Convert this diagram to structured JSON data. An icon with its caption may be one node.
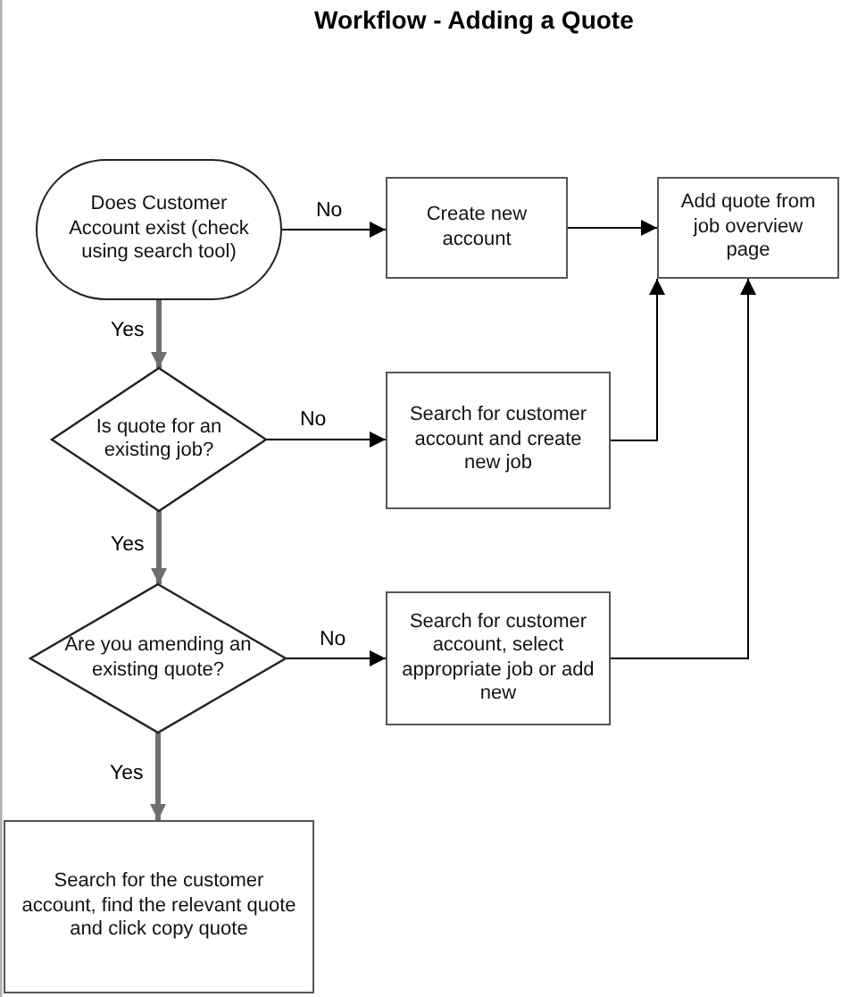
{
  "diagram": {
    "title": "Workflow - Adding a Quote",
    "nodes": [
      {
        "text": [
          "Does Customer Account exist (check using search tool)"
        ]
      },
      {
        "text": [
          "Create new account"
        ]
      },
      {
        "text": [
          "Add quote from job overview page"
        ]
      },
      {
        "text": [
          "Is quote for an existing job?"
        ]
      },
      {
        "text": [
          "Search for customer account and create new job"
        ]
      },
      {
        "text": [
          "Are you amending an existing quote?"
        ]
      },
      {
        "text": [
          "Search for customer account, select appropriate job or add new"
        ]
      },
      {
        "text": [
          "Search for the customer account, find the relevant quote and click copy quote"
        ]
      }
    ],
    "edges": [
      {
        "from": 0,
        "to": 1,
        "arrow": "to",
        "label": "No"
      },
      {
        "from": 1,
        "to": 2,
        "arrow": "to"
      },
      {
        "from": 0,
        "to": 3,
        "arrow": "to",
        "label": "Yes",
        "style": "thick",
        "color": "#6e6e6e"
      },
      {
        "from": 3,
        "to": 4,
        "arrow": "to",
        "label": "No"
      },
      {
        "from": 4,
        "to": 2,
        "arrow": "to"
      },
      {
        "from": 3,
        "to": 5,
        "arrow": "to",
        "label": "Yes",
        "style": "thick",
        "color": "#6e6e6e"
      },
      {
        "from": 5,
        "to": 6,
        "arrow": "to",
        "label": "No"
      },
      {
        "from": 6,
        "to": 2,
        "arrow": "to"
      },
      {
        "from": 5,
        "to": 7,
        "arrow": "to",
        "label": "Yes",
        "style": "thick",
        "color": "#6e6e6e"
      }
    ]
  }
}
